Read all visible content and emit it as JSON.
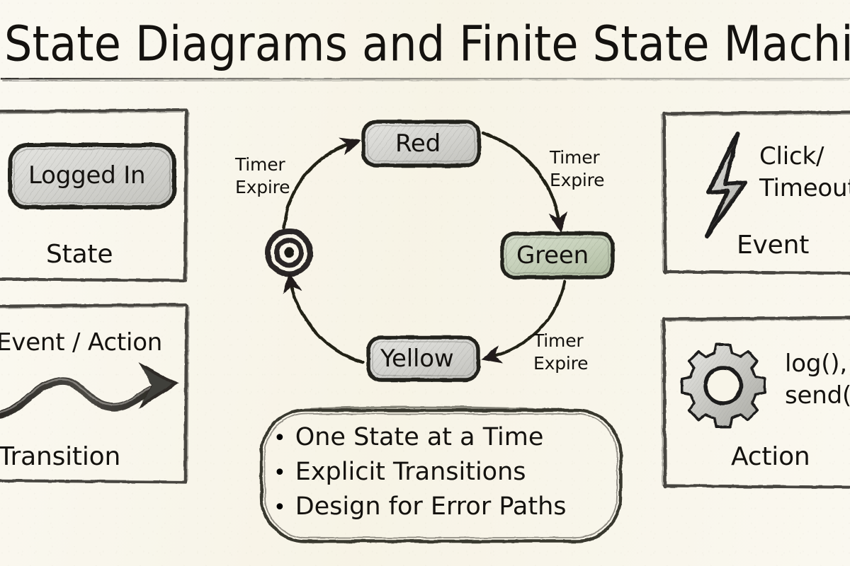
{
  "header": {
    "title": "State Diagrams and Finite State Machine",
    "title_full": "State Diagrams and Finite State Machines",
    "underline": true
  },
  "colors": {
    "paper": "#f8f5e9",
    "ink": "#14120f",
    "pencil": "#3a3833",
    "state_fill": "#d6d6d2",
    "green_state_fill": "#c9d3bd",
    "panel_border": "#474540"
  },
  "legend_panels": [
    {
      "id": "state",
      "position": "top-left",
      "example_label": "Logged In",
      "example_kind": "rounded-state-box",
      "caption": "State"
    },
    {
      "id": "transition",
      "position": "bottom-left",
      "example_label": "Event / Action",
      "example_kind": "wavy-arrow",
      "caption": "Transition"
    },
    {
      "id": "event",
      "position": "top-right",
      "icon": "lightning-bolt-icon",
      "example_label_line1": "Click/",
      "example_label_line2": "Timeout",
      "caption": "Event"
    },
    {
      "id": "action",
      "position": "bottom-right",
      "icon": "gear-icon",
      "example_label_line1": "log(),",
      "example_label_line2": "send()",
      "caption": "Action"
    }
  ],
  "state_machine": {
    "initial_marker": "initial-state-bullseye",
    "states": [
      {
        "id": "red",
        "label": "Red",
        "fill": "#d6d6d2"
      },
      {
        "id": "green",
        "label": "Green",
        "fill": "#c9d3bd"
      },
      {
        "id": "yellow",
        "label": "Yellow",
        "fill": "#d6d6d2"
      }
    ],
    "transitions": [
      {
        "from": "initial",
        "to": "red",
        "label_line1": "Timer",
        "label_line2": "Expire"
      },
      {
        "from": "red",
        "to": "green",
        "label_line1": "Timer",
        "label_line2": "Expire"
      },
      {
        "from": "green",
        "to": "yellow",
        "label_line1": "Timer",
        "label_line2": "Expire"
      },
      {
        "from": "yellow",
        "to": "initial",
        "label_line1": "",
        "label_line2": ""
      }
    ]
  },
  "principles": {
    "items": [
      "One State at a Time",
      "Explicit Transitions",
      "Design for Error Paths"
    ],
    "bullet_glyph": "•"
  }
}
